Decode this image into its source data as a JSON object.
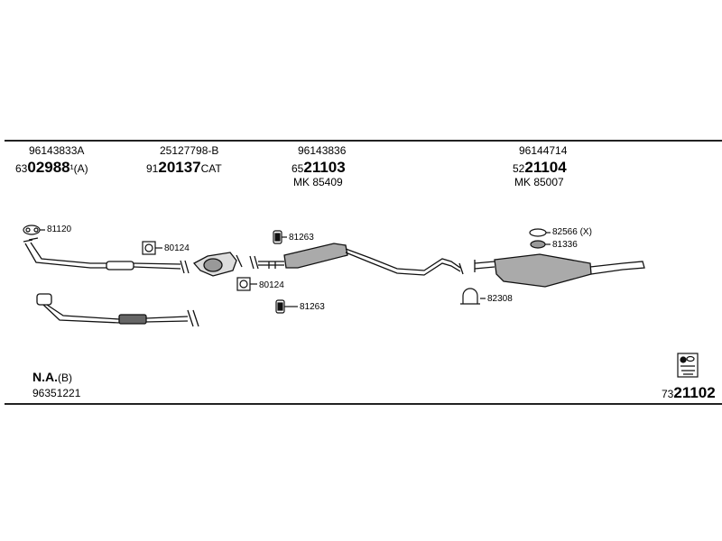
{
  "header_groups": [
    {
      "oe": "96143833A",
      "part_prefix": "63",
      "part_main": "02988",
      "part_suffix": "¹(A)"
    },
    {
      "oe": "25127798-B",
      "part_prefix": "91",
      "part_main": "20137",
      "part_suffix": "CAT"
    },
    {
      "oe": "96143836",
      "part_prefix": "65",
      "part_main": "21103",
      "part_suffix": "",
      "mk": "MK 85409"
    },
    {
      "oe": "96144714",
      "part_prefix": "52",
      "part_main": "21104",
      "part_suffix": "",
      "mk": "MK 85007"
    }
  ],
  "callouts": {
    "c81120": "81120",
    "c80124a": "80124",
    "c80124b": "80124",
    "c81263a": "81263",
    "c81263b": "81263",
    "c82566": "82566 (X)",
    "c81336": "81336",
    "c82308": "82308"
  },
  "footer": {
    "na_label": "N.A.",
    "na_suffix": "(B)",
    "na_number": "96351221",
    "kit_prefix": "73",
    "kit_main": "21102"
  }
}
